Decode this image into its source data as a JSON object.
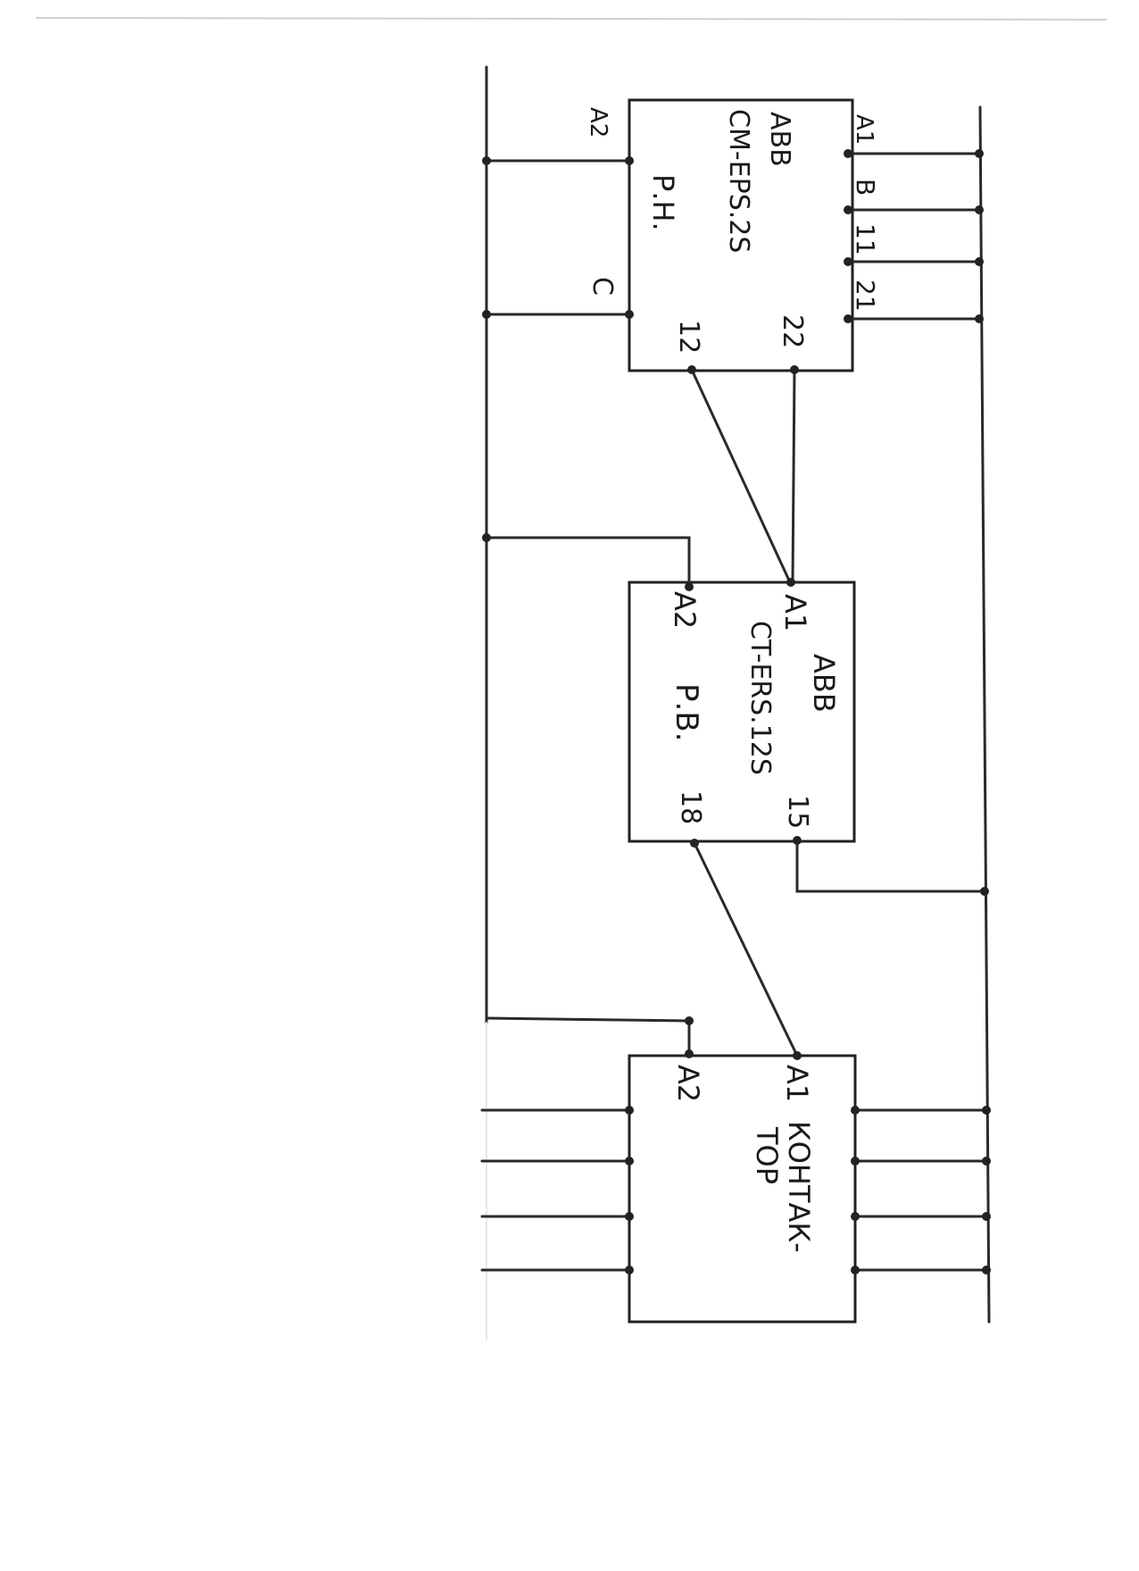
{
  "relay_rn": {
    "maker": "ABB",
    "model": "CM-EPS.2S",
    "name": "Р.Н.",
    "terminals": {
      "a1": "A1",
      "b": "B",
      "t11": "11",
      "t21": "21",
      "a2": "A2",
      "c": "C",
      "t12": "12",
      "t22": "22"
    }
  },
  "relay_rv": {
    "maker": "ABB",
    "model": "CT-ERS.12S",
    "name": "Р.В.",
    "terminals": {
      "a1": "A1",
      "a2": "A2",
      "t15": "15",
      "t18": "18"
    }
  },
  "contactor": {
    "name_line1": "КОНТАК-",
    "name_line2": "ТОР",
    "terminals": {
      "a1": "A1",
      "a2": "A2"
    }
  },
  "colors": {
    "ink": "#222222",
    "paper": "#ffffff"
  }
}
